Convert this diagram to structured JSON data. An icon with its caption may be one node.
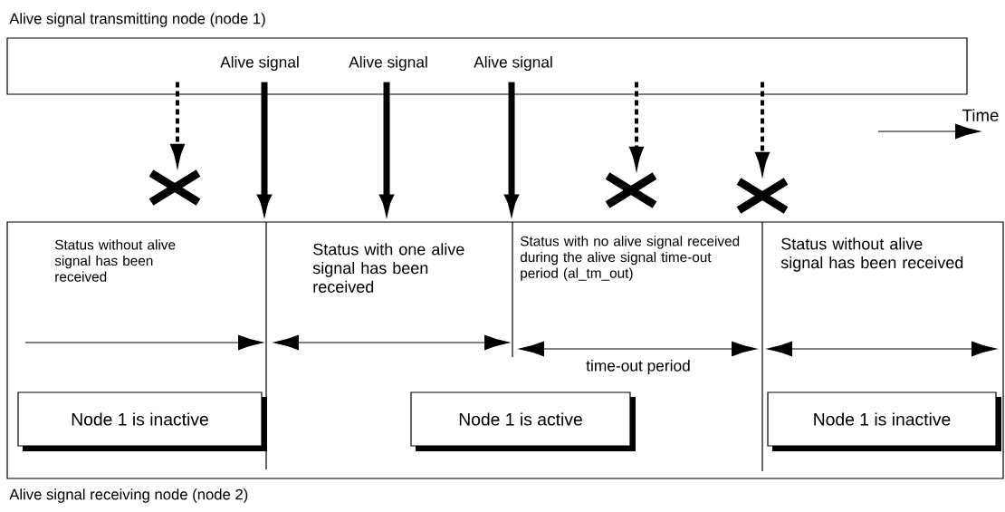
{
  "diagram": {
    "nodes": [
      {
        "text": [
          "Alive signal transmitting node (node 1)"
        ]
      },
      {
        "text": [
          "Alive signal receiving node (node 2)"
        ]
      },
      {
        "text": [],
        "shape": "cross"
      },
      {
        "text": [],
        "shape": "cross"
      },
      {
        "text": [],
        "shape": "cross"
      },
      {
        "text": [
          "Node 1 is inactive"
        ],
        "in": 1
      },
      {
        "text": [
          "Node 1 is active"
        ],
        "in": 1
      },
      {
        "text": [
          "Node 1 is inactive"
        ],
        "in": 1
      }
    ],
    "edges": [
      {
        "from": 0,
        "to": 2,
        "arrow": "to",
        "style": "dashed"
      },
      {
        "from": 0,
        "to": 1,
        "arrow": "to",
        "label": "Alive signal"
      },
      {
        "from": 0,
        "to": 1,
        "arrow": "to",
        "label": "Alive signal"
      },
      {
        "from": 0,
        "to": 1,
        "arrow": "to",
        "label": "Alive signal"
      },
      {
        "from": 0,
        "to": 3,
        "arrow": "to",
        "style": "dashed"
      },
      {
        "from": 0,
        "to": 4,
        "arrow": "to",
        "style": "dashed"
      }
    ],
    "labels": [
      "Time",
      "Status without alive signal has been received",
      "Status with one alive signal has been received",
      "Status with no alive signal received during the alive signal time-out period (al_tm_out)",
      "Status without alive signal has been received",
      "time-out period"
    ]
  }
}
